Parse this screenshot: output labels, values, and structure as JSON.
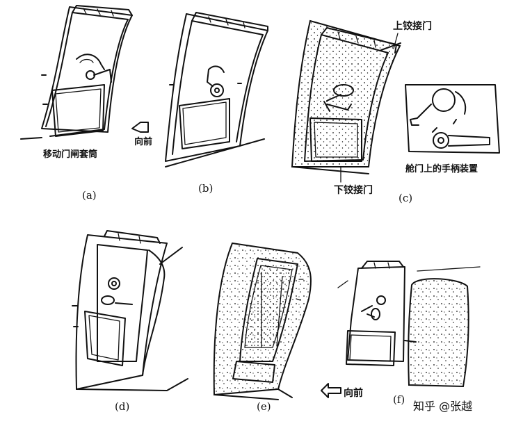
{
  "panels": [
    {
      "id": "a",
      "caption": "(a)",
      "label": "移动门闸套筒"
    },
    {
      "id": "b",
      "caption": "(b)",
      "label": "向前"
    },
    {
      "id": "c",
      "caption": "(c)",
      "label_top": "上铰接门",
      "label_bottom": "下铰接门",
      "label_inset": "舱门上的手柄装置"
    },
    {
      "id": "d",
      "caption": "(d)"
    },
    {
      "id": "e",
      "caption": "(e)"
    },
    {
      "id": "f",
      "caption": "(f)",
      "label": "向前"
    }
  ],
  "watermark": "知乎 @张越"
}
